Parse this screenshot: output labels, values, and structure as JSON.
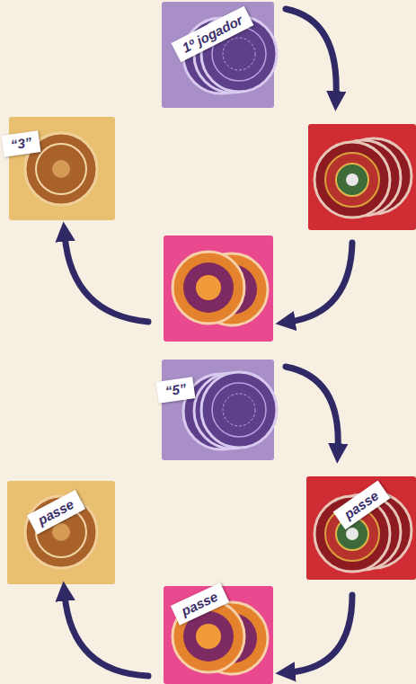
{
  "diagram": {
    "labels": [
      "1º jogador",
      "“3”",
      "“5”",
      "passe",
      "passe",
      "passe"
    ]
  }
}
